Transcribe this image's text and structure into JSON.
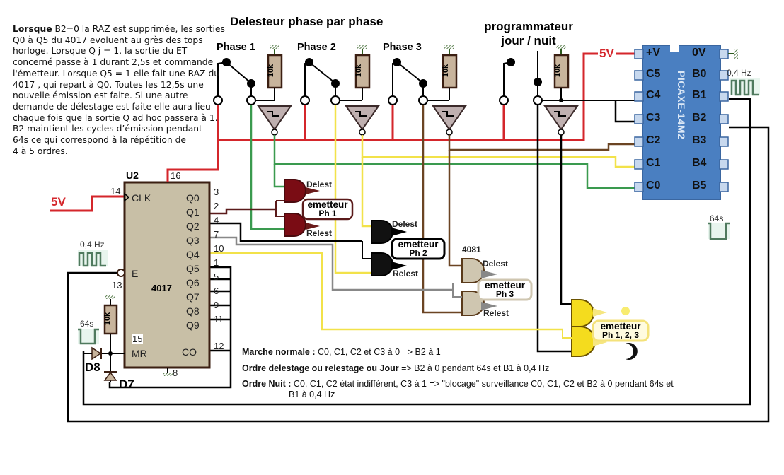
{
  "title": "Delesteur phase par phase",
  "programmer_title": [
    "programmateur",
    "jour / nuit"
  ],
  "description": {
    "lead_bold": "Lorsque",
    "lines": [
      "B2=0 la RAZ est supprimée, les sorties",
      "Q0 à Q5 du 4017  evoluent au grès des tops",
      "horloge. Lorsque Q j = 1, la sortie du ET",
      "concerné passe à 1 durant 2,5s et commande",
      "l'émetteur. Lorsque Q5 = 1 elle fait une RAZ du",
      "4017 , qui repart à Q0. Toutes les 12,5s une",
      "nouvelle émission est faite.  Si une autre",
      "demande de délestage est faite elle aura lieu",
      "chaque fois que la sortie Q ad hoc passera à 1.",
      "B2 maintient les cycles d’émission pendant",
      "64s ce qui correspond à la répétition de",
      "4 à 5 ordres."
    ]
  },
  "phases": [
    {
      "label": "Phase 1",
      "wire_color": "#3a9a4f",
      "resistor": "10k"
    },
    {
      "label": "Phase 2",
      "wire_color": "#f4e84a",
      "resistor": "10k"
    },
    {
      "label": "Phase 3",
      "wire_color": "#6b4423",
      "resistor": "10k"
    }
  ],
  "programmer_resistor": "10k",
  "supply": {
    "label_left": "5V",
    "label_right": "5V",
    "color": "#d4262b"
  },
  "counter": {
    "ref": "U2",
    "part": "4017",
    "pin_top": "16",
    "pin_clk_num": "14",
    "pin_clk": "CLK",
    "pin_e": "E",
    "pin_e_num": "13",
    "pin_mr": "MR",
    "pin_mr_num": "15",
    "pin_gnd_num": "8",
    "outputs": [
      {
        "label": "Q0",
        "pin": "3"
      },
      {
        "label": "Q1",
        "pin": "2"
      },
      {
        "label": "Q2",
        "pin": "4"
      },
      {
        "label": "Q3",
        "pin": "7"
      },
      {
        "label": "Q4",
        "pin": "10"
      },
      {
        "label": "Q5",
        "pin": "1"
      },
      {
        "label": "Q6",
        "pin": "5"
      },
      {
        "label": "Q7",
        "pin": "6"
      },
      {
        "label": "Q8",
        "pin": "9"
      },
      {
        "label": "Q9",
        "pin": "11"
      },
      {
        "label": "CO",
        "pin": "12"
      }
    ],
    "resistor": "10k",
    "diodes": [
      "D8",
      "D7"
    ]
  },
  "signals": {
    "clock_left": "0,4 Hz",
    "pulse_left": "64s",
    "clock_right": "0,4 Hz",
    "pulse_right": "64s"
  },
  "gate_chip": "4081",
  "emitters": [
    {
      "name": "emetteur",
      "sub": "Ph 1",
      "delest": "Delest",
      "relest": "Relest",
      "color": "#7a0c14"
    },
    {
      "name": "emetteur",
      "sub": "Ph 2",
      "delest": "Delest",
      "relest": "Relest",
      "color": "#111111"
    },
    {
      "name": "emetteur",
      "sub": "Ph 3",
      "delest": "Delest",
      "relest": "Relest",
      "color": "#cfc6b0"
    },
    {
      "name": "emetteur",
      "sub": "Ph 1, 2, 3",
      "color": "#f4dc1e"
    }
  ],
  "picaxe": {
    "name": "PICAXE-14M2",
    "left_pins": [
      "+V",
      "C5",
      "C4",
      "C3",
      "C2",
      "C1",
      "C0"
    ],
    "right_pins": [
      "0V",
      "B0",
      "B1",
      "B2",
      "B3",
      "B4",
      "B5"
    ],
    "color": "#4a7fc1"
  },
  "legend": [
    {
      "bold": "Marche normale :",
      "text": " C0, C1, C2 et C3 à 0 => B2 à 1"
    },
    {
      "bold": "Ordre delestage ou relestage ou Jour",
      "text": " => B2 à 0 pendant 64s et B1 à 0,4 Hz"
    },
    {
      "bold": "Ordre Nuit :",
      "text": " C0, C1, C2 état indifférent, C3 à 1 => \"blocage\" surveillance C0, C1, C2 et B2 à 0 pendant 64s et"
    },
    {
      "bold": "",
      "text": "B1 à 0,4 Hz"
    }
  ]
}
